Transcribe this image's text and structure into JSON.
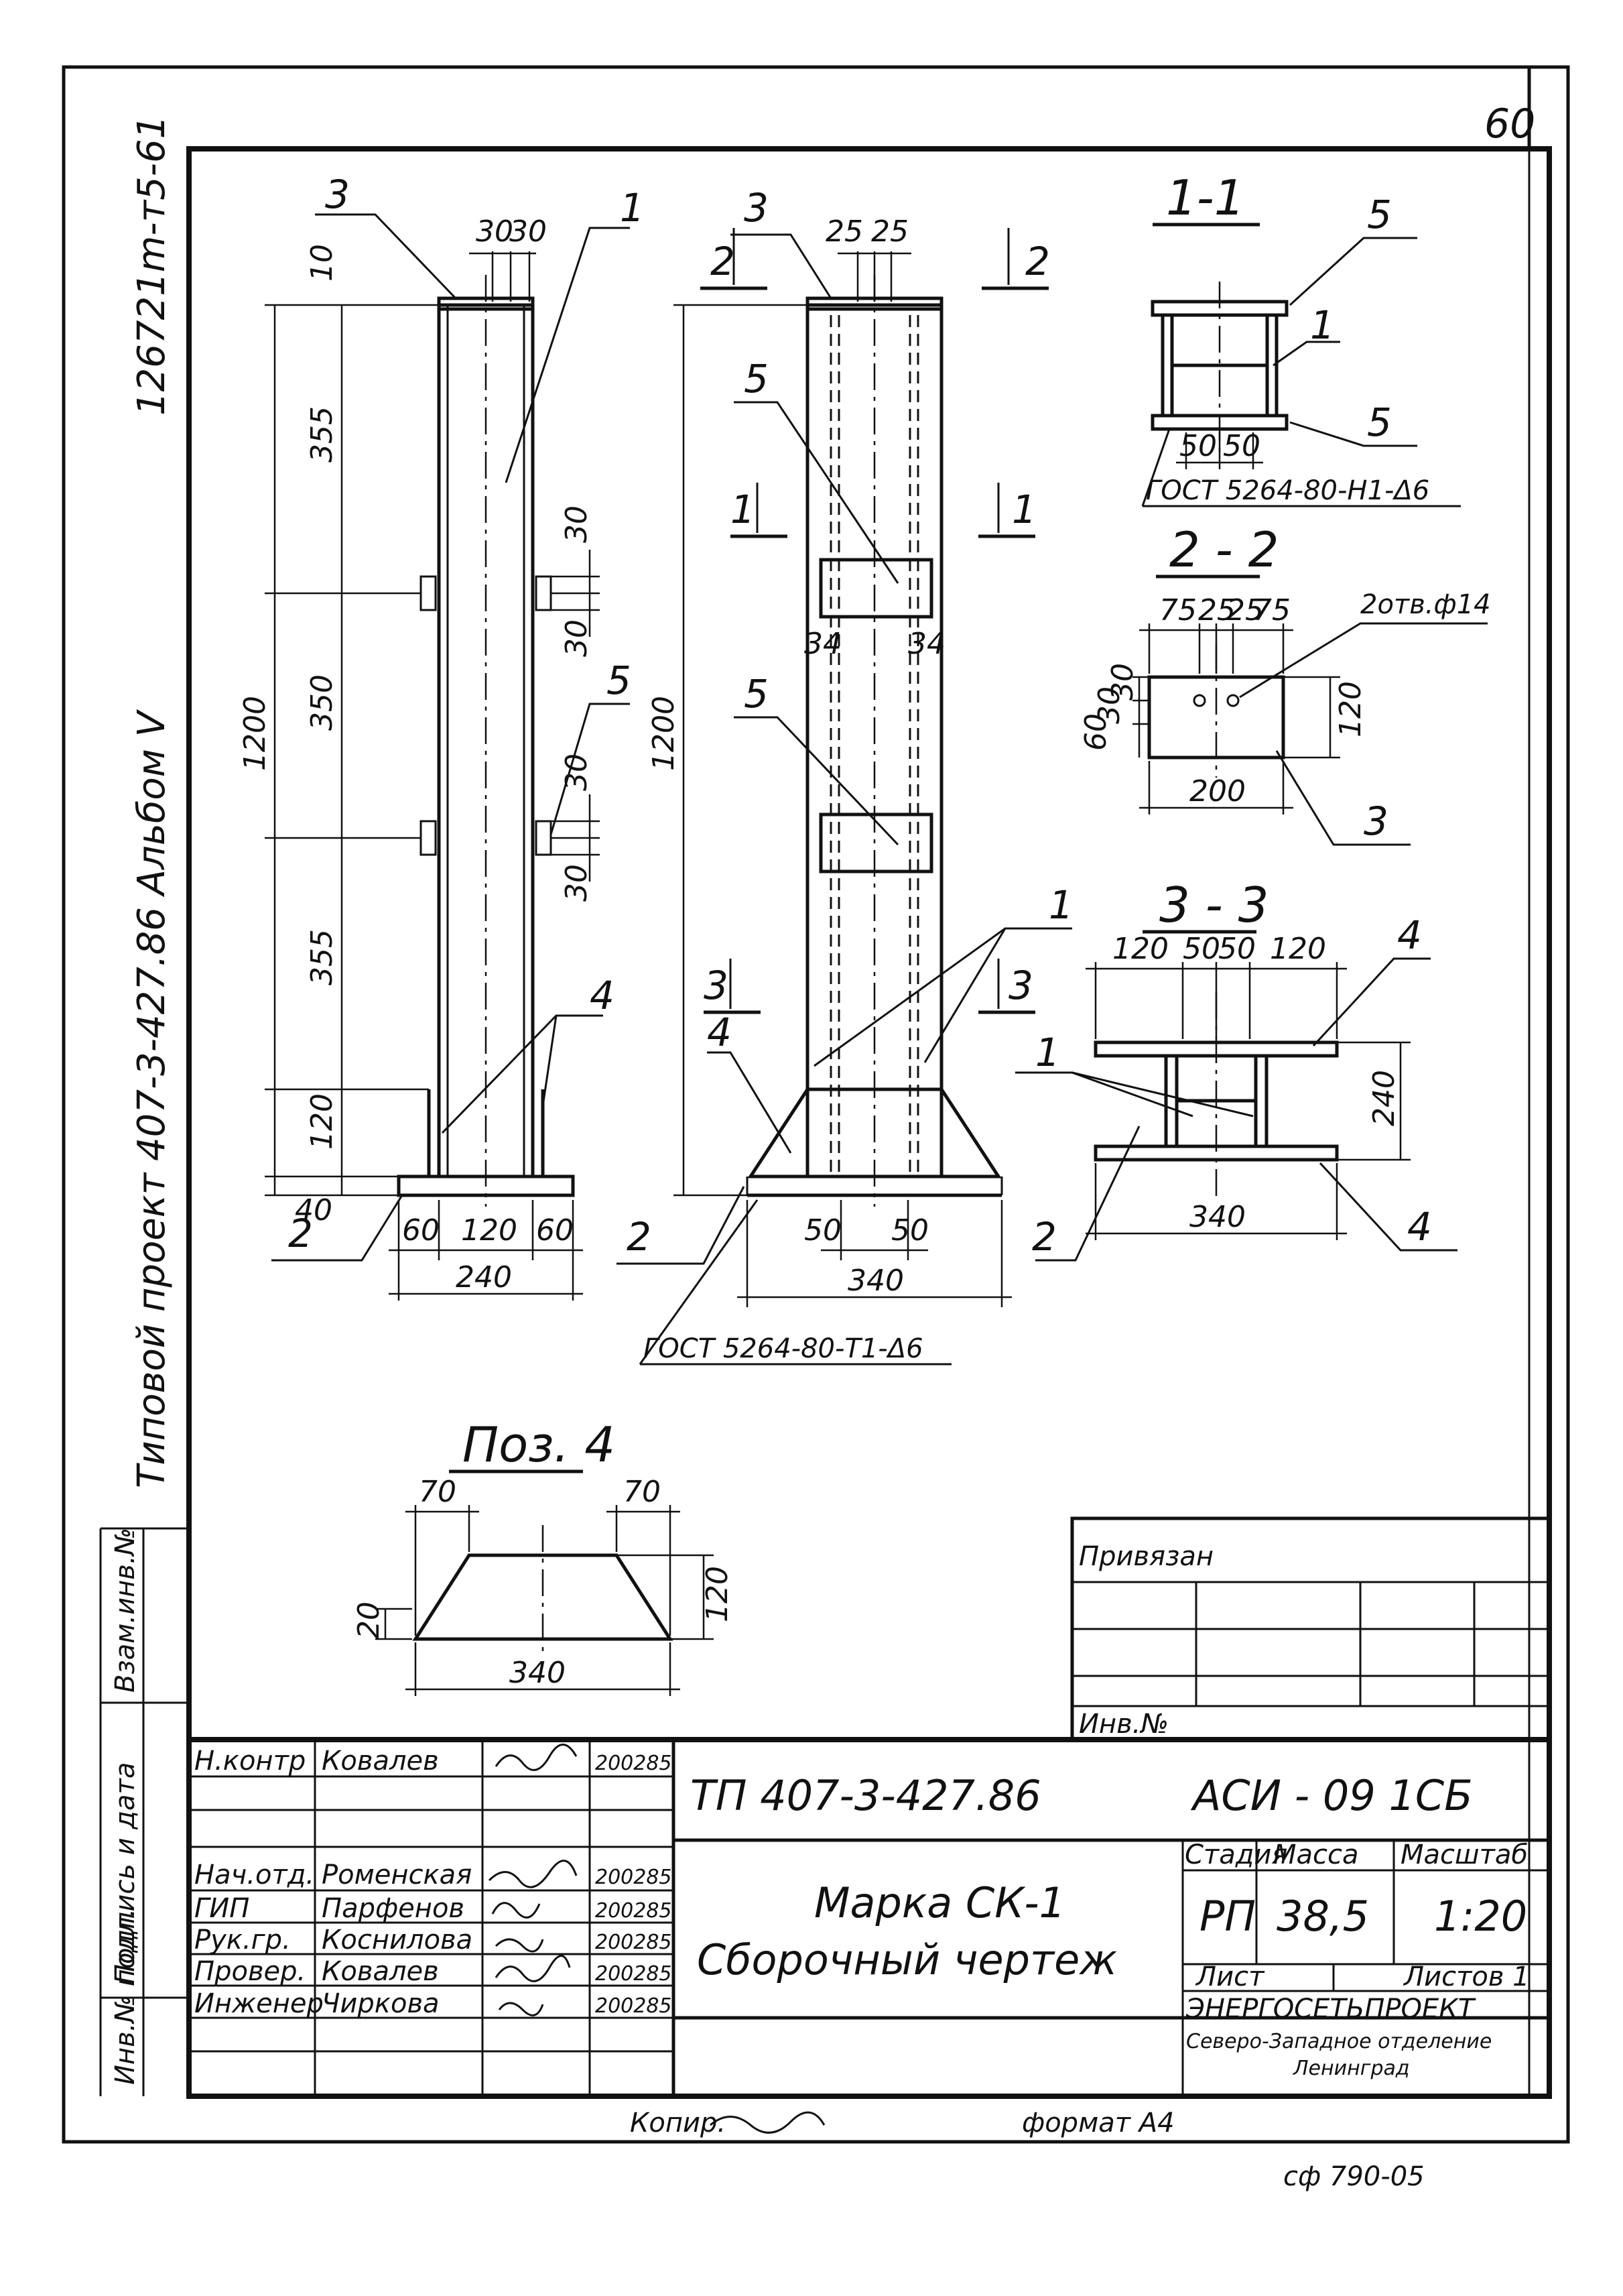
{
  "sheet": {
    "page_number": "60",
    "side_code": "126721m-т5-61",
    "side_title": "Типовой проект 407-3-427.86 Альбом V",
    "left_strip": [
      "Инв.№ подл.",
      "Подпись и дата",
      "Взам.инв.№"
    ],
    "bottom_note_left": "Копир.",
    "bottom_note_right": "формат А4",
    "bottom_code": "сф 790-05"
  },
  "drawing": {
    "view1": {
      "top_dims": [
        "30",
        "30"
      ],
      "top_dim10": "10",
      "vertical_dims": [
        "355",
        "350",
        "355",
        "120",
        "40"
      ],
      "overall": "1200",
      "plate_dims_right": [
        "30",
        "30",
        "30",
        "30"
      ],
      "bottom_dims": [
        "60",
        "120",
        "60"
      ],
      "bottom_total": "240",
      "callouts": [
        "3",
        "1",
        "5",
        "4",
        "2"
      ]
    },
    "view2": {
      "top_dims": [
        "25",
        "25"
      ],
      "overall": "1200",
      "bottom_dims": [
        "50",
        "50"
      ],
      "bottom_total": "340",
      "inner_dims": [
        "34",
        "34"
      ],
      "callouts": [
        "3",
        "5",
        "5",
        "1",
        "4",
        "2"
      ],
      "section_marks": [
        "2",
        "2",
        "1",
        "1",
        "3",
        "3"
      ],
      "weld_note": "ГОСТ 5264-80-Т1-Δ6"
    },
    "section_1_1": {
      "title": "1-1",
      "dims": [
        "50",
        "50"
      ],
      "callouts": [
        "5",
        "1",
        "5"
      ],
      "weld_note": "ГОСТ 5264-80-Н1-Δ6"
    },
    "section_2_2": {
      "title": "2 - 2",
      "top_dims": [
        "75",
        "25",
        "25",
        "75"
      ],
      "hole_note": "2отв.ф14",
      "left_dims": [
        "30",
        "30",
        "60"
      ],
      "right_dim": "120",
      "bottom_dim": "200",
      "callout": "3"
    },
    "section_3_3": {
      "title": "3 - 3",
      "top_dims": [
        "120",
        "50",
        "50",
        "120"
      ],
      "right_dim": "240",
      "bottom_dim": "340",
      "callouts": [
        "4",
        "1",
        "2",
        "4"
      ]
    },
    "pos4": {
      "title": "Поз. 4",
      "top_dims": [
        "70",
        "70"
      ],
      "left_dim": "20",
      "right_dim": "120",
      "bottom_dim": "340"
    }
  },
  "binding_table": {
    "header": "Привязан",
    "footer": "Инв.№"
  },
  "title_block": {
    "project_code": "ТП 407-3-427.86",
    "drawing_code": "АСИ - 09 1СБ",
    "title_line1": "Марка СК-1",
    "title_line2": "Сборочный чертеж",
    "stage_header": "Стадия",
    "mass_header": "Масса",
    "scale_header": "Масштаб",
    "stage": "РП",
    "mass": "38,5",
    "scale": "1:20",
    "sheet_label": "Лист",
    "sheets_label": "Листов 1",
    "org_line1": "ЭНЕРГОСЕТЬПРОЕКТ",
    "org_line2": "Северо-Западное отделение",
    "org_line3": "Ленинград",
    "signers": [
      {
        "role": "Н.контр",
        "name": "Ковалев",
        "date": "200285"
      },
      {
        "role": "Нач.отд.",
        "name": "Роменская",
        "date": "200285"
      },
      {
        "role": "ГИП",
        "name": "Парфенов",
        "date": "200285"
      },
      {
        "role": "Рук.гр.",
        "name": "Коснилова",
        "date": "200285"
      },
      {
        "role": "Провер.",
        "name": "Ковалев",
        "date": "200285"
      },
      {
        "role": "Инженер",
        "name": "Чиркова",
        "date": "200285"
      }
    ]
  }
}
